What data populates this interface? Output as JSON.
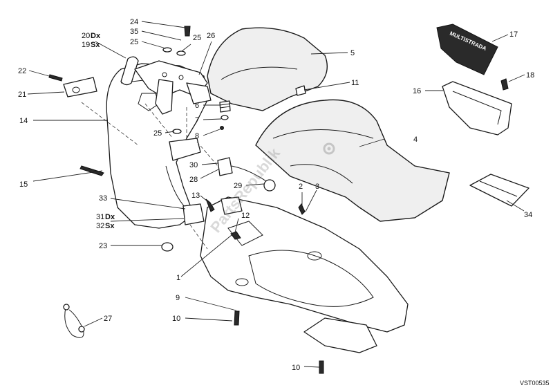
{
  "diagram": {
    "reference_code": "VST00535",
    "watermark": "PartsRepublik",
    "product_label": "MULTISTRADA",
    "callouts": {
      "c1": "1",
      "c2": "2",
      "c3": "3",
      "c4": "4",
      "c5": "5",
      "c6": "6",
      "c7": "7",
      "c8": "8",
      "c9": "9",
      "c10a": "10",
      "c10b": "10",
      "c11": "11",
      "c12": "12",
      "c13": "13",
      "c14": "14",
      "c15": "15",
      "c16": "16",
      "c17": "17",
      "c18": "18",
      "c19": "19",
      "c19s": "Sx",
      "c20": "20",
      "c20s": "Dx",
      "c21": "21",
      "c22": "22",
      "c23": "23",
      "c24": "24",
      "c25a": "25",
      "c25b": "25",
      "c25c": "25",
      "c26": "26",
      "c27": "27",
      "c28": "28",
      "c29": "29",
      "c30": "30",
      "c31": "31",
      "c31s": "Dx",
      "c32": "32",
      "c32s": "Sx",
      "c33": "33",
      "c34": "34",
      "c35": "35"
    }
  }
}
